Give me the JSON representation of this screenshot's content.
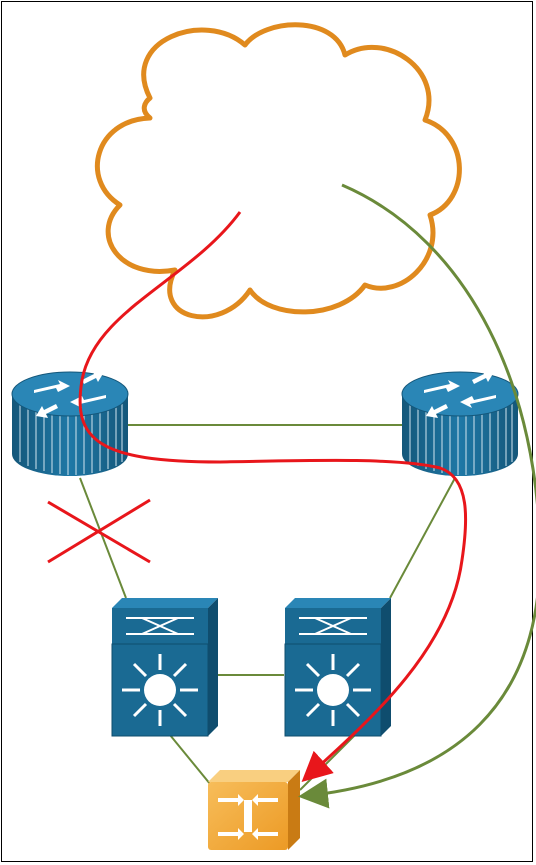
{
  "diagram": {
    "description_free": true,
    "nodes": [
      {
        "id": "cloud",
        "icon": "cloud-icon",
        "color": "#e08a1e"
      },
      {
        "id": "router-left",
        "icon": "router-icon",
        "color": "#1a6a93"
      },
      {
        "id": "router-right",
        "icon": "router-icon",
        "color": "#1a6a93"
      },
      {
        "id": "switch-left",
        "icon": "multilayer-switch-icon",
        "color": "#1a6a93"
      },
      {
        "id": "switch-right",
        "icon": "multilayer-switch-icon",
        "color": "#1a6a93"
      },
      {
        "id": "access-switch",
        "icon": "access-switch-icon",
        "color": "#f2a93a"
      }
    ],
    "links": [
      {
        "from": "router-left",
        "to": "router-right",
        "state": "up"
      },
      {
        "from": "router-left",
        "to": "switch-left",
        "state": "failed"
      },
      {
        "from": "router-right",
        "to": "switch-right",
        "state": "up"
      },
      {
        "from": "switch-left",
        "to": "switch-right",
        "state": "up"
      },
      {
        "from": "switch-left",
        "to": "access-switch",
        "state": "up"
      },
      {
        "from": "switch-right",
        "to": "access-switch",
        "state": "up"
      }
    ],
    "paths": [
      {
        "id": "failover-path",
        "color": "#e8161b",
        "from": "cloud",
        "to": "access-switch"
      },
      {
        "id": "primary-path",
        "color": "#6a8a3a",
        "from": "cloud",
        "to": "access-switch"
      }
    ],
    "colors": {
      "link": "#6a8a3a",
      "failure-mark": "#e8161b",
      "device-blue": "#1a6a93",
      "cloud-outline": "#e08a1e",
      "access-orange": "#f2a93a"
    }
  }
}
